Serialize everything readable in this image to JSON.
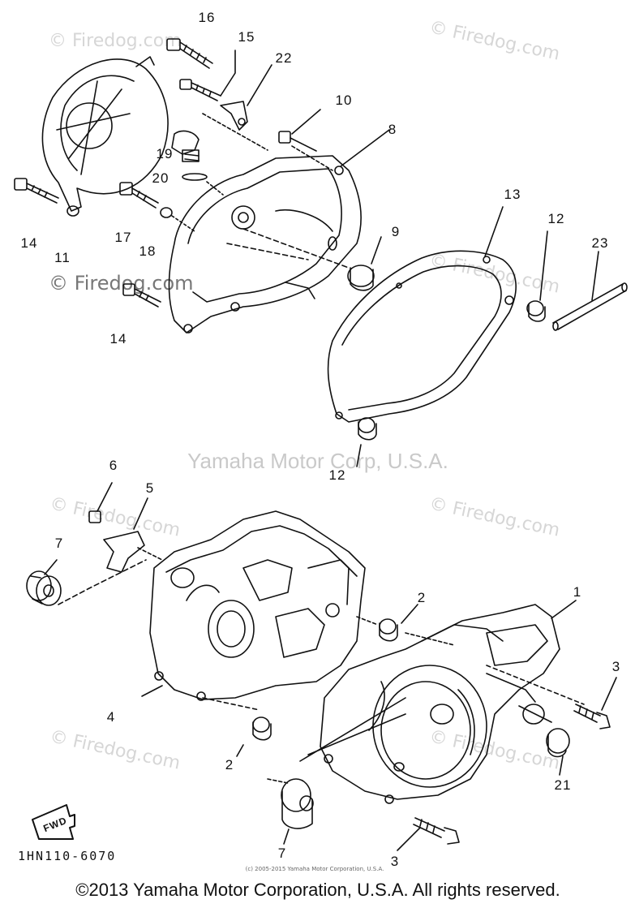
{
  "callouts": [
    {
      "id": "c16a",
      "label": "16"
    },
    {
      "id": "c15",
      "label": "15"
    },
    {
      "id": "c22",
      "label": "22"
    },
    {
      "id": "c10",
      "label": "10"
    },
    {
      "id": "c8",
      "label": "8"
    },
    {
      "id": "c19",
      "label": "19"
    },
    {
      "id": "c20",
      "label": "20"
    },
    {
      "id": "c14a",
      "label": "14"
    },
    {
      "id": "c11",
      "label": "11"
    },
    {
      "id": "c17",
      "label": "17"
    },
    {
      "id": "c18",
      "label": "18"
    },
    {
      "id": "c14b",
      "label": "14"
    },
    {
      "id": "c9",
      "label": "9"
    },
    {
      "id": "c13",
      "label": "13"
    },
    {
      "id": "c12a",
      "label": "12"
    },
    {
      "id": "c23",
      "label": "23"
    },
    {
      "id": "c12b",
      "label": "12"
    },
    {
      "id": "c6",
      "label": "6"
    },
    {
      "id": "c5",
      "label": "5"
    },
    {
      "id": "c7a",
      "label": "7"
    },
    {
      "id": "c2a",
      "label": "2"
    },
    {
      "id": "c1",
      "label": "1"
    },
    {
      "id": "c3a",
      "label": "3"
    },
    {
      "id": "c4",
      "label": "4"
    },
    {
      "id": "c2b",
      "label": "2"
    },
    {
      "id": "c21",
      "label": "21"
    },
    {
      "id": "c7b",
      "label": "7"
    },
    {
      "id": "c3b",
      "label": "3"
    }
  ],
  "watermarks": {
    "firedog": "© Firedog.com",
    "center": "Yamaha Motor Corp, U.S.A."
  },
  "fwd_label": "FWD",
  "diagram_code": "1HN110-6070",
  "small_copyright": "(c) 2005-2015 Yamaha Motor Corporation, U.S.A.",
  "footer": "©2013 Yamaha Motor Corporation, U.S.A. All rights reserved.",
  "colors": {
    "line": "#111111",
    "watermark": "#d0d0d0",
    "background": "#ffffff"
  }
}
